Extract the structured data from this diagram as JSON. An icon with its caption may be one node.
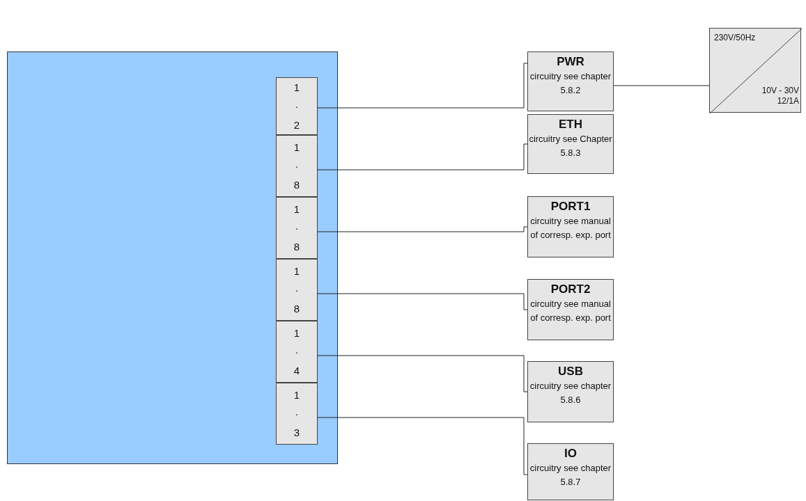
{
  "diagram": {
    "nodes": [
      {
        "text": [],
        "shape": "box"
      },
      {
        "text": [
          "1 · 2"
        ],
        "in": 0
      },
      {
        "text": [
          "1 · 8"
        ],
        "in": 0
      },
      {
        "text": [
          "1 · 8"
        ],
        "in": 0
      },
      {
        "text": [
          "1 · 8"
        ],
        "in": 0
      },
      {
        "text": [
          "1 · 4"
        ],
        "in": 0
      },
      {
        "text": [
          "1 · 3"
        ],
        "in": 0
      },
      {
        "text": [
          "PWR",
          "circuitry see chapter 5.8.2"
        ]
      },
      {
        "text": [
          "ETH",
          "circuitry see Chapter 5.8.3"
        ]
      },
      {
        "text": [
          "PORT1",
          "circuitry see manual of corresp. exp. port"
        ]
      },
      {
        "text": [
          "PORT2",
          "circuitry see manual of corresp. exp. port"
        ]
      },
      {
        "text": [
          "USB",
          "circuitry see chapter 5.8.6"
        ]
      },
      {
        "text": [
          "IO",
          "circuitry see chapter 5.8.7"
        ]
      },
      {
        "text": [
          "230V/50Hz",
          "10V - 30V 12/1A"
        ]
      }
    ],
    "edges": [
      {
        "from": 1,
        "to": 7,
        "arrow": "none"
      },
      {
        "from": 2,
        "to": 8,
        "arrow": "none"
      },
      {
        "from": 3,
        "to": 9,
        "arrow": "none"
      },
      {
        "from": 4,
        "to": 10,
        "arrow": "none"
      },
      {
        "from": 5,
        "to": 11,
        "arrow": "none"
      },
      {
        "from": 6,
        "to": 12,
        "arrow": "none"
      },
      {
        "from": 7,
        "to": 13,
        "arrow": "none"
      }
    ]
  }
}
